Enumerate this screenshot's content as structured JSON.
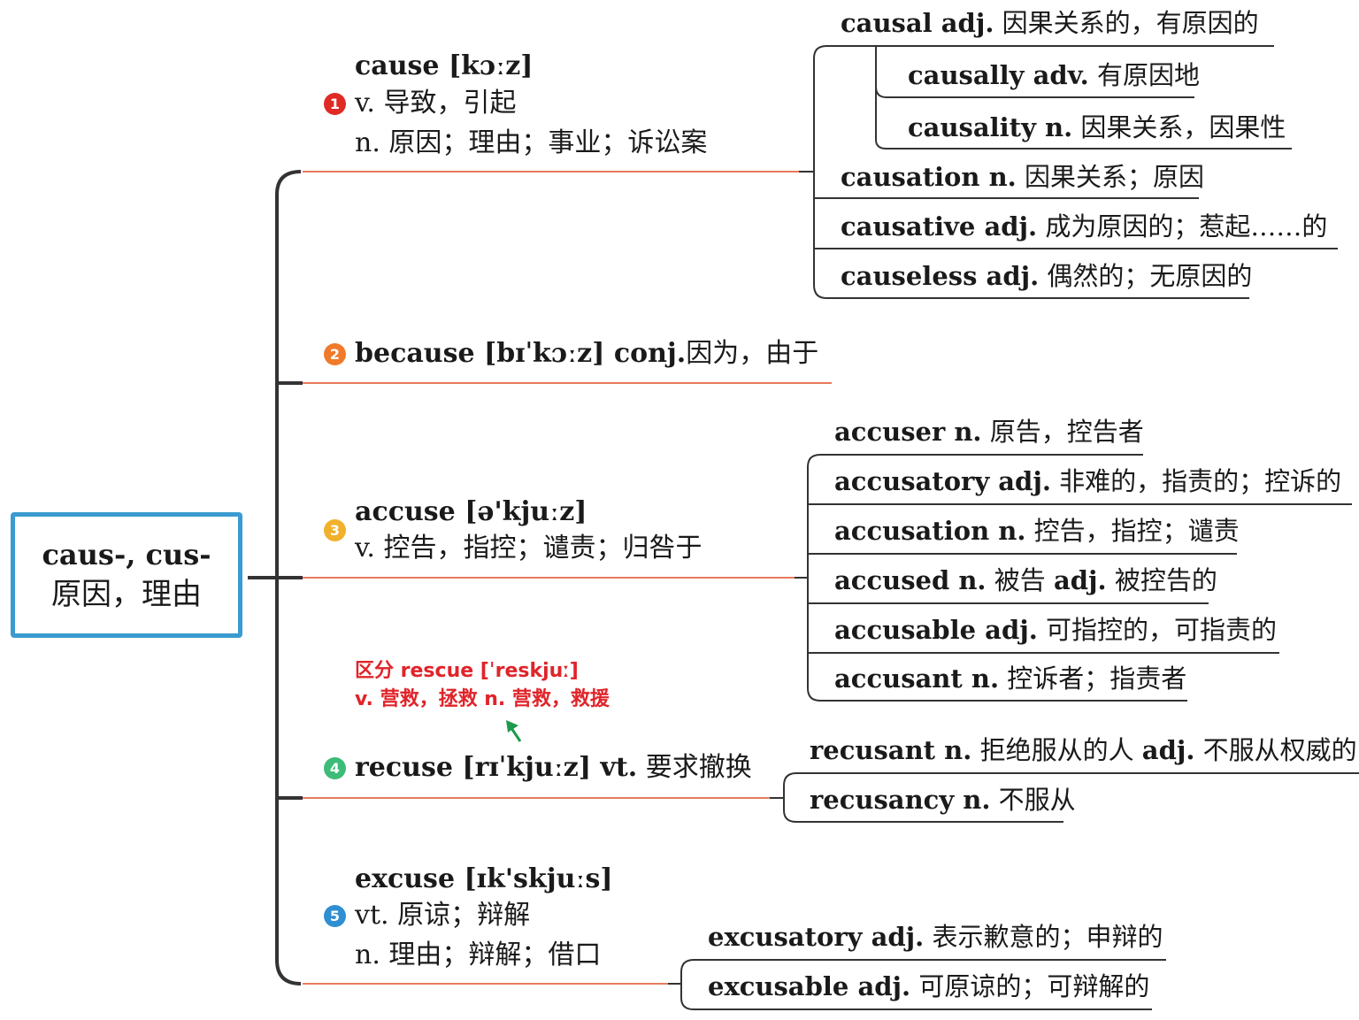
{
  "root": {
    "line1": "caus-, cus-",
    "line2": "原因，理由"
  },
  "colors": {
    "root_border": "#3a9bd0",
    "num1": "#e02a26",
    "num2": "#f07a2a",
    "num3": "#f2b12c",
    "num4": "#3dbb78",
    "num5": "#2f8fd3",
    "note": "#e0242a",
    "arrow": "#1f9a4c",
    "underline": "#e87a5c"
  },
  "branches": [
    {
      "number": "1",
      "lines": [
        "cause [kɔːz]",
        "v. 导致，引起",
        "n. 原因；理由；事业；诉讼案"
      ],
      "children": [
        {
          "word": "causal adj.",
          "meaning": " 因果关系的，有原因的"
        },
        {
          "word": "causally adv.",
          "meaning": " 有原因地"
        },
        {
          "word": "causality n.",
          "meaning": " 因果关系，因果性"
        },
        {
          "word": "causation n.",
          "meaning": " 因果关系；原因"
        },
        {
          "word": "causative adj.",
          "meaning": " 成为原因的；惹起……的"
        },
        {
          "word": "causeless adj.",
          "meaning": " 偶然的；无原因的"
        }
      ]
    },
    {
      "number": "2",
      "lines": [
        "because [bɪˈkɔːz] conj.",
        "因为，由于"
      ],
      "children": []
    },
    {
      "number": "3",
      "lines": [
        "accuse [ə'kjuːz]",
        "v. 控告，指控；谴责；归咎于"
      ],
      "children": [
        {
          "word": "accuser n.",
          "meaning": " 原告，控告者"
        },
        {
          "word": "accusatory adj.",
          "meaning": " 非难的，指责的；控诉的"
        },
        {
          "word": "accusation n.",
          "meaning": " 控告，指控；谴责"
        },
        {
          "word": "accused n.",
          "meaning": " 被告 ",
          "word2": "adj.",
          "meaning2": " 被控告的"
        },
        {
          "word": "accusable adj.",
          "meaning": " 可指控的，可指责的"
        },
        {
          "word": "accusant n.",
          "meaning": " 控诉者；指责者"
        }
      ]
    },
    {
      "number": "4",
      "lines": [
        "recuse [rɪˈkjuːz] vt.",
        " 要求撤换"
      ],
      "note": {
        "line1": "区分 rescue [ˈreskjuː]",
        "line2": "v. 营救，拯救 n. 营救，救援"
      },
      "children": [
        {
          "word": "recusant n.",
          "meaning": " 拒绝服从的人 ",
          "word2": "adj.",
          "meaning2": " 不服从权威的"
        },
        {
          "word": "recusancy n.",
          "meaning": " 不服从"
        }
      ]
    },
    {
      "number": "5",
      "lines": [
        "excuse [ɪk'skjuːs]",
        "vt. 原谅；辩解",
        "n. 理由；辩解；借口"
      ],
      "children": [
        {
          "word": "excusatory adj.",
          "meaning": " 表示歉意的；申辩的"
        },
        {
          "word": "excusable adj.",
          "meaning": " 可原谅的；可辩解的"
        }
      ]
    }
  ]
}
